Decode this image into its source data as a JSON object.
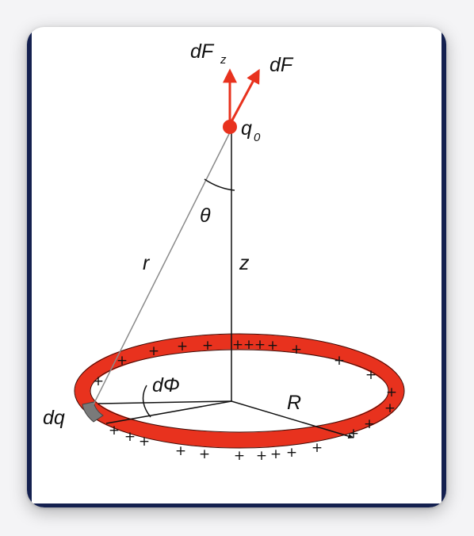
{
  "labels": {
    "dFz_main": "dF",
    "dFz_sub": "z",
    "dF": "dF",
    "q0_main": "q",
    "q0_sub": "0",
    "theta": "θ",
    "r": "r",
    "z": "z",
    "dphi": "dΦ",
    "R": "R",
    "dq": "dq",
    "charge_sign": "+"
  },
  "colors": {
    "ring": "#e8321e",
    "force": "#e8321e",
    "line": "#8a8a8a",
    "axis": "#111111",
    "segment": "#7a7a7a",
    "border": "#14204f"
  }
}
